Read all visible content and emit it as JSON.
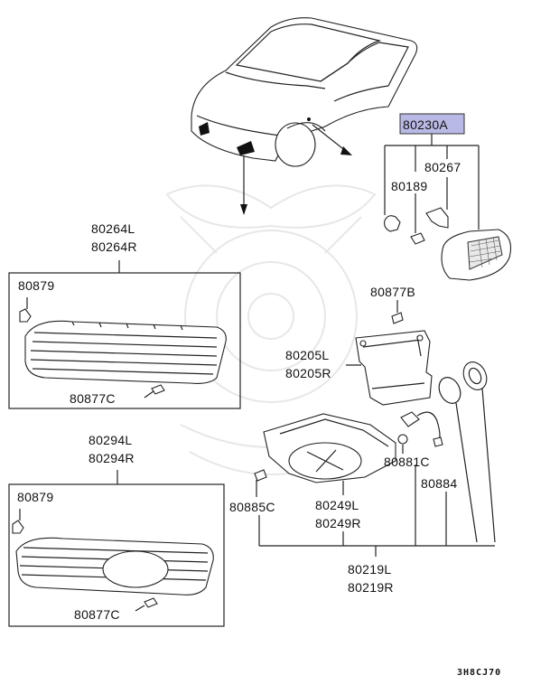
{
  "diagram": {
    "highlight_color": "#b9b9e6",
    "drawing_code": "3H8CJ70",
    "labels": {
      "p80230A": "80230A",
      "p80267": "80267",
      "p80189": "80189",
      "p80264L": "80264L",
      "p80264R": "80264R",
      "p80879a": "80879",
      "p80877B": "80877B",
      "p80205L": "80205L",
      "p80205R": "80205R",
      "p80877Ca": "80877C",
      "p80294L": "80294L",
      "p80294R": "80294R",
      "p80879b": "80879",
      "p80881C": "80881C",
      "p80884": "80884",
      "p80885C": "80885C",
      "p80249L": "80249L",
      "p80249R": "80249R",
      "p80877Cb": "80877C",
      "p80219L": "80219L",
      "p80219R": "80219R"
    }
  }
}
